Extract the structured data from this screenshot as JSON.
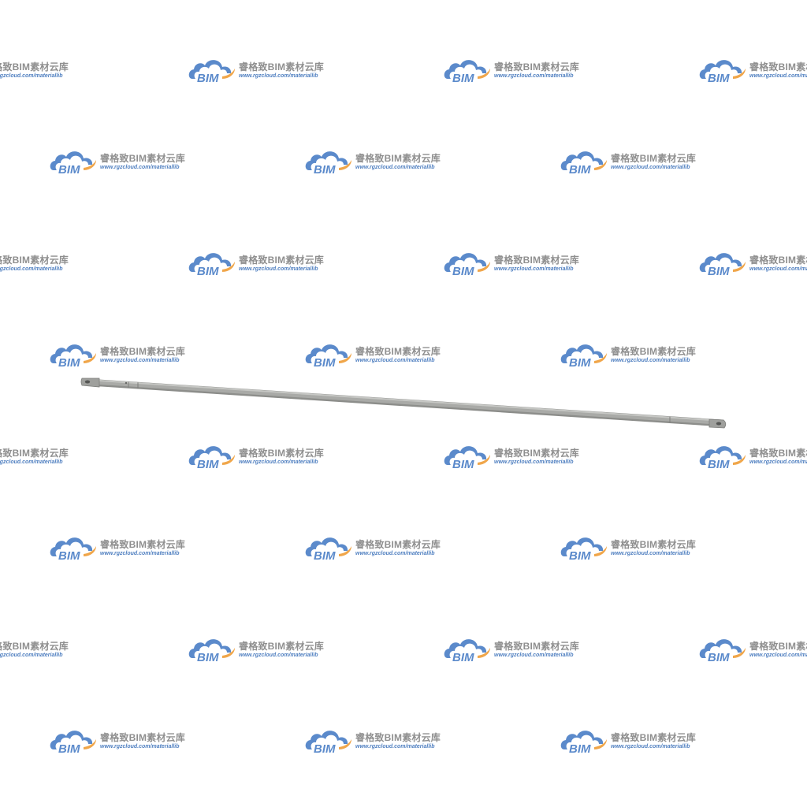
{
  "watermark": {
    "logo_text": "BIM",
    "title": "睿格致BIM素材云库",
    "url": "www.rgzcloud.com/materiallib",
    "colors": {
      "cloud_blue": "#5b8acb",
      "swoosh_orange": "#f0a64a",
      "title_gray": "#8f8f8f",
      "url_blue": "#4f7fc0"
    }
  },
  "object": {
    "name": "steel-tie-rod",
    "color": "#a9aaa7",
    "edge_color": "#7d7e7b"
  }
}
